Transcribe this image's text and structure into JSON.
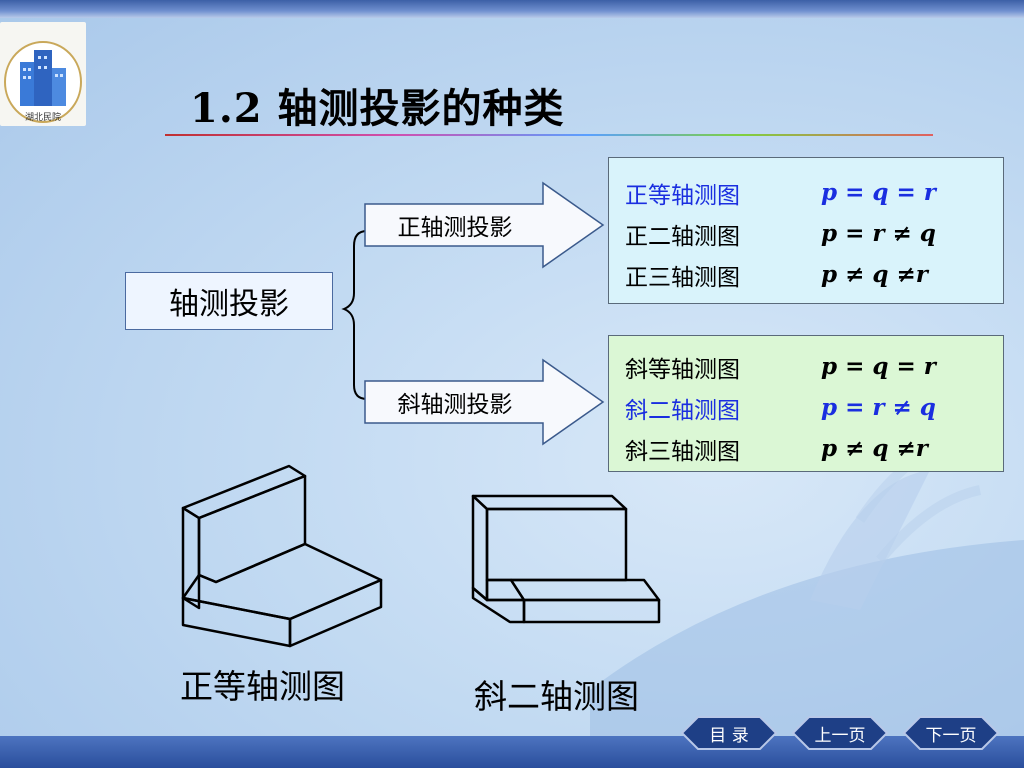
{
  "title": "1.2 轴测投影的种类",
  "logo_text": "湖北民院",
  "root": "轴测投影",
  "branches": [
    {
      "label": "正轴测投影",
      "items": [
        {
          "name": "正等轴测图",
          "formula": "p = q = r",
          "highlight": true
        },
        {
          "name": "正二轴测图",
          "formula": "p = r ≠ q",
          "highlight": false
        },
        {
          "name": "正三轴测图",
          "formula": "p ≠ q ≠r",
          "highlight": false
        }
      ]
    },
    {
      "label": "斜轴测投影",
      "items": [
        {
          "name": "斜等轴测图",
          "formula": "p =  q = r",
          "highlight": false
        },
        {
          "name": "斜二轴测图",
          "formula": "p = r ≠ q",
          "highlight": true
        },
        {
          "name": "斜三轴测图",
          "formula": "p ≠ q ≠r",
          "highlight": false
        }
      ]
    }
  ],
  "captions": [
    "正等轴测图",
    "斜二轴测图"
  ],
  "nav": {
    "toc": "目  录",
    "prev": "上一页",
    "next": "下一页"
  },
  "colors": {
    "highlight": "#1a2ee0",
    "ortho_box": "#d9f3fb",
    "oblique_box": "#dbf7d5",
    "nav": "#1e3f86"
  }
}
